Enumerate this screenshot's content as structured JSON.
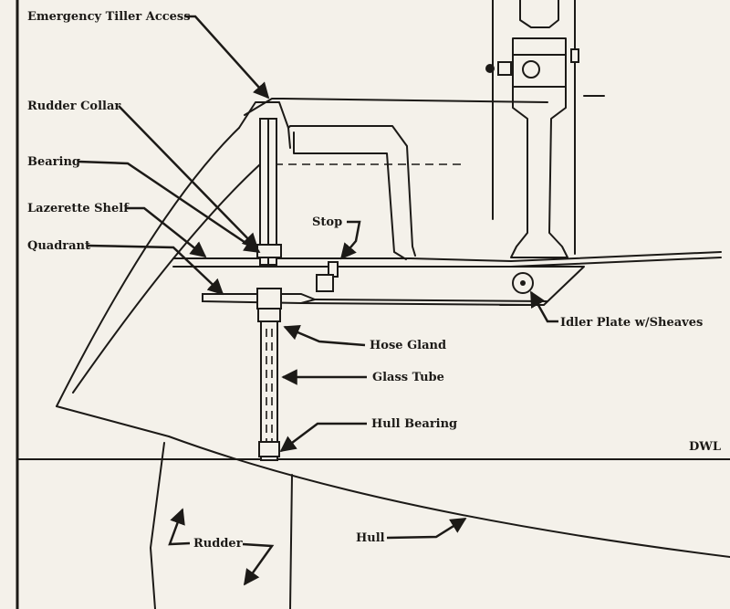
{
  "labels": {
    "emergency_tiller_access": "Emergency Tiller Access",
    "rudder_collar": "Rudder Collar",
    "bearing": "Bearing",
    "lazerette_shelf": "Lazerette Shelf",
    "quadrant": "Quadrant",
    "stop": "Stop",
    "idler_plate": "Idler Plate w/Sheaves",
    "hose_gland": "Hose Gland",
    "glass_tube": "Glass Tube",
    "hull_bearing": "Hull Bearing",
    "dwl": "DWL",
    "rudder": "Rudder",
    "hull": "Hull"
  }
}
